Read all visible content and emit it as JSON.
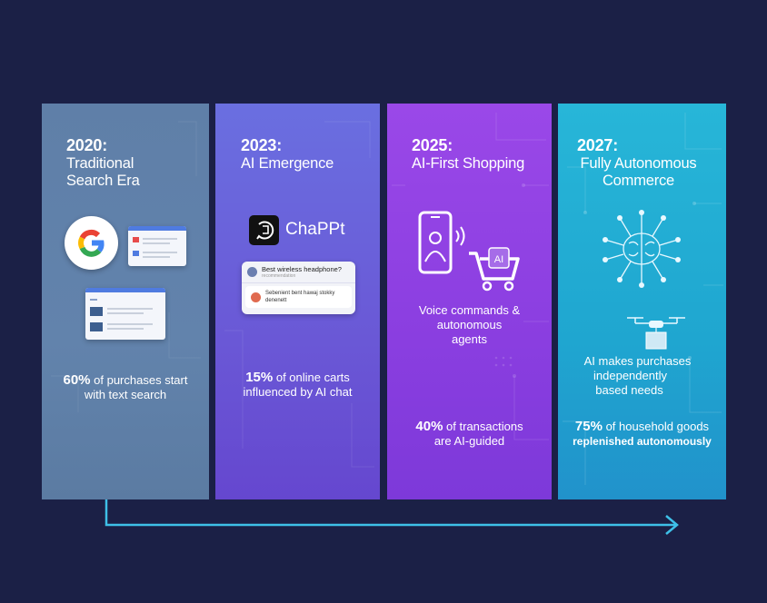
{
  "panels": [
    {
      "year": "2020:",
      "title_lines": [
        "Traditional",
        "Search Era"
      ],
      "stat_value": "60%",
      "stat_text_1": " of purchases start",
      "stat_text_2": "with text search",
      "icons": [
        "google-logo-icon",
        "browser-window-icon"
      ]
    },
    {
      "year": "2023:",
      "title_lines": [
        "AI Emergence"
      ],
      "brand": "ChaPPt",
      "chat_query": "Best wireless headphone?",
      "chat_query_sub": "recommendation",
      "chat_reply_1": "Sebenient bent hawaj stokky",
      "chat_reply_2": "denenett",
      "stat_value": "15%",
      "stat_text_1": " of online carts",
      "stat_text_2": "influenced by AI chat",
      "icons": [
        "chat-logo-icon",
        "avatar-icon"
      ]
    },
    {
      "year": "2025:",
      "title_lines": [
        "AI-First Shopping"
      ],
      "cart_label": "AI",
      "desc_lines": [
        "Voice commands &",
        "autonomous",
        "agents"
      ],
      "stat_value": "40%",
      "stat_text_1": " of transactions",
      "stat_text_2": "are AI-guided",
      "icons": [
        "smartphone-voice-icon",
        "shopping-cart-icon"
      ]
    },
    {
      "year": "2027:",
      "title_lines": [
        "Fully Autonomous",
        "Commerce"
      ],
      "desc_lines": [
        "AI makes purchases",
        "independently",
        "based needs"
      ],
      "stat_value": "75%",
      "stat_text_1": " of household goods",
      "stat_text_2": "replenished autonomously",
      "icons": [
        "brain-network-icon",
        "delivery-drone-icon"
      ]
    }
  ],
  "colors": {
    "background": "#1b2046",
    "panel_2020": "#6283ac",
    "panel_2023": "#6a58d6",
    "panel_2025": "#8a3ee0",
    "panel_2027": "#1fa6d0",
    "timeline_arrow": "#3ec0e8"
  }
}
